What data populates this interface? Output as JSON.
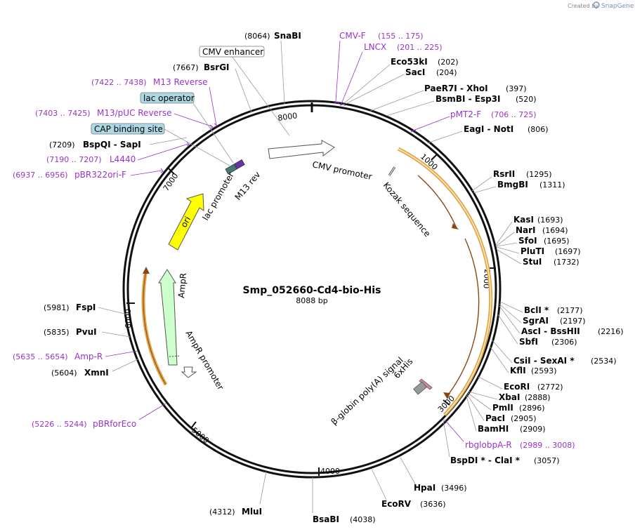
{
  "credit": {
    "prefix": "Created by",
    "brand": "SnapGene"
  },
  "map": {
    "name": "Smp_052660-Cd4-bio-His",
    "length": "8088 bp",
    "total": 8088
  },
  "colors": {
    "primer": "#9932cc",
    "misc": "#ffffff",
    "orange_border": "#e2a54a",
    "ori": "#ffff00",
    "ampr": "#ccffcc",
    "boxed": "#add8e6"
  },
  "ticks": [
    {
      "pos": 1000,
      "label": "1000"
    },
    {
      "pos": 2000,
      "label": "2000"
    },
    {
      "pos": 3000,
      "label": "3000"
    },
    {
      "pos": 4000,
      "label": "4000"
    },
    {
      "pos": 5000,
      "label": "5000"
    },
    {
      "pos": 6000,
      "label": "6000"
    },
    {
      "pos": 7000,
      "label": "7000"
    },
    {
      "pos": 8000,
      "label": "8000"
    }
  ],
  "sites": [
    {
      "name": "SnaBI",
      "pos": "(8064)"
    },
    {
      "name": "Eco53kI",
      "pos": "(202)"
    },
    {
      "name": "SacI",
      "pos": "(204)"
    },
    {
      "name": "PaeR7I - XhoI",
      "pos": "(397)"
    },
    {
      "name": "BsmBI - Esp3I",
      "pos": "(520)"
    },
    {
      "name": "EagI - NotI",
      "pos": "(806)"
    },
    {
      "name": "RsrII",
      "pos": "(1295)"
    },
    {
      "name": "BmgBI",
      "pos": "(1311)"
    },
    {
      "name": "KasI",
      "pos": "(1693)"
    },
    {
      "name": "NarI",
      "pos": "(1694)"
    },
    {
      "name": "SfoI",
      "pos": "(1695)"
    },
    {
      "name": "PluTI",
      "pos": "(1697)"
    },
    {
      "name": "StuI",
      "pos": "(1732)"
    },
    {
      "name": "BclI *",
      "pos": "(2177)"
    },
    {
      "name": "SgrAI",
      "pos": "(2197)"
    },
    {
      "name": "AscI - BssHII",
      "pos": "(2216)"
    },
    {
      "name": "SbfI",
      "pos": "(2306)"
    },
    {
      "name": "CsiI - SexAI *",
      "pos": "(2534)"
    },
    {
      "name": "KflI",
      "pos": "(2593)"
    },
    {
      "name": "EcoRI",
      "pos": "(2772)"
    },
    {
      "name": "XbaI",
      "pos": "(2888)"
    },
    {
      "name": "PmlI",
      "pos": "(2896)"
    },
    {
      "name": "PacI",
      "pos": "(2905)"
    },
    {
      "name": "BamHI",
      "pos": "(2909)"
    },
    {
      "name": "BspDI * - ClaI *",
      "pos": "(3057)"
    },
    {
      "name": "HpaI",
      "pos": "(3496)"
    },
    {
      "name": "EcoRV",
      "pos": "(3636)"
    },
    {
      "name": "BsaBI",
      "pos": "(4038)"
    },
    {
      "name": "MluI",
      "pos": "(4312)"
    },
    {
      "name": "XmnI",
      "pos": "(5604)"
    },
    {
      "name": "PvuI",
      "pos": "(5835)"
    },
    {
      "name": "FspI",
      "pos": "(5981)"
    },
    {
      "name": "BspQI - SapI",
      "pos": "(7209)"
    },
    {
      "name": "BsrGI",
      "pos": "(7667)"
    }
  ],
  "primers": [
    {
      "name": "CMV-F",
      "range": "(155 .. 175)"
    },
    {
      "name": "LNCX",
      "range": "(201 .. 225)"
    },
    {
      "name": "pMT2-F",
      "range": "(706 .. 725)"
    },
    {
      "name": "rbglobpA-R",
      "range": "(2989 .. 3008)"
    },
    {
      "name": "pBRforEco",
      "range": "(5226 .. 5244)"
    },
    {
      "name": "Amp-R",
      "range": "(5635 .. 5654)"
    },
    {
      "name": "pBR322ori-F",
      "range": "(6937 .. 6956)"
    },
    {
      "name": "L4440",
      "range": "(7190 .. 7207)"
    },
    {
      "name": "M13/pUC Reverse",
      "range": "(7403 .. 7425)"
    },
    {
      "name": "M13 Reverse",
      "range": "(7422 .. 7438)"
    }
  ],
  "boxed_labels": [
    "CMV enhancer",
    "lac operator",
    "CAP binding site"
  ],
  "features": [
    {
      "name": "CMV promoter"
    },
    {
      "name": "Kozak sequence"
    },
    {
      "name": "6xHis"
    },
    {
      "name": "β-globin poly(A) signal"
    },
    {
      "name": "ori"
    },
    {
      "name": "AmpR"
    },
    {
      "name": "AmpR promoter"
    },
    {
      "name": "lac promoter"
    },
    {
      "name": "M13 rev"
    }
  ]
}
